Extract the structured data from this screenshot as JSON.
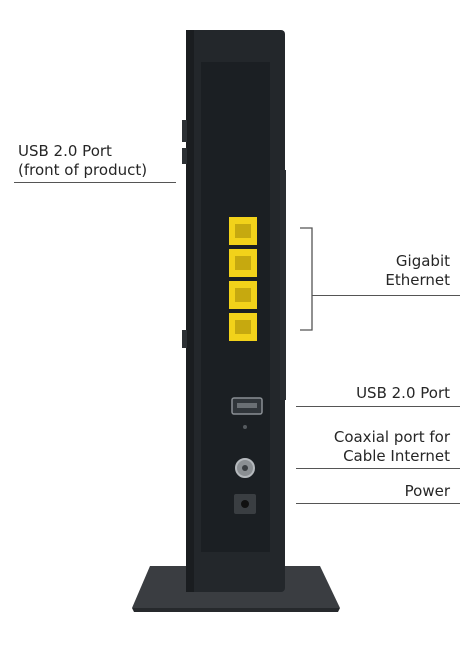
{
  "callouts": {
    "usb_front": {
      "title": "USB 2.0 Port",
      "subtitle": "(front of product)"
    },
    "gigabit": {
      "line1": "Gigabit",
      "line2": "Ethernet"
    },
    "usb_rear": {
      "title": "USB 2.0 Port"
    },
    "coax": {
      "line1": "Coaxial port for",
      "line2": "Cable Internet"
    },
    "power": {
      "title": "Power"
    }
  },
  "device": {
    "ethernet_port_count": 4,
    "colors": {
      "body": "#23272b",
      "panel": "#1b1f23",
      "ethernet_port": "#f2d21a",
      "stand": "#3a3d41"
    }
  }
}
